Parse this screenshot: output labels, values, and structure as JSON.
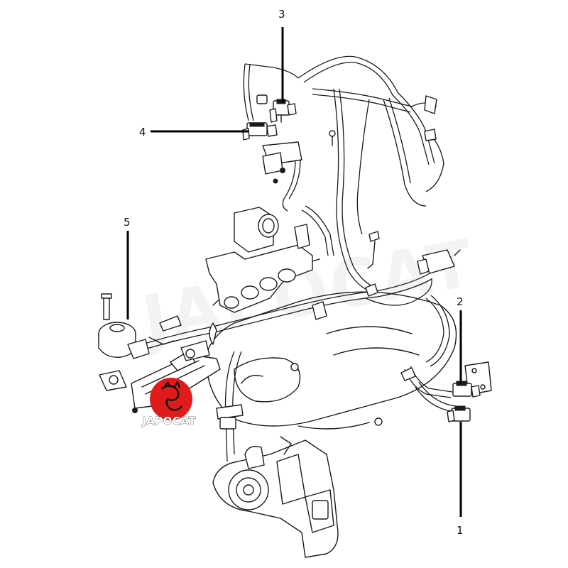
{
  "callouts": [
    {
      "label": "1"
    },
    {
      "label": "2"
    },
    {
      "label": "3"
    },
    {
      "label": "4"
    },
    {
      "label": "5"
    }
  ],
  "watermark": {
    "text": "JAPOCAT"
  },
  "logo": {
    "text": "JAPOCAT",
    "badge_color": "#e01b1b"
  },
  "colors": {
    "line": "#1a1a1a",
    "background": "#ffffff"
  }
}
